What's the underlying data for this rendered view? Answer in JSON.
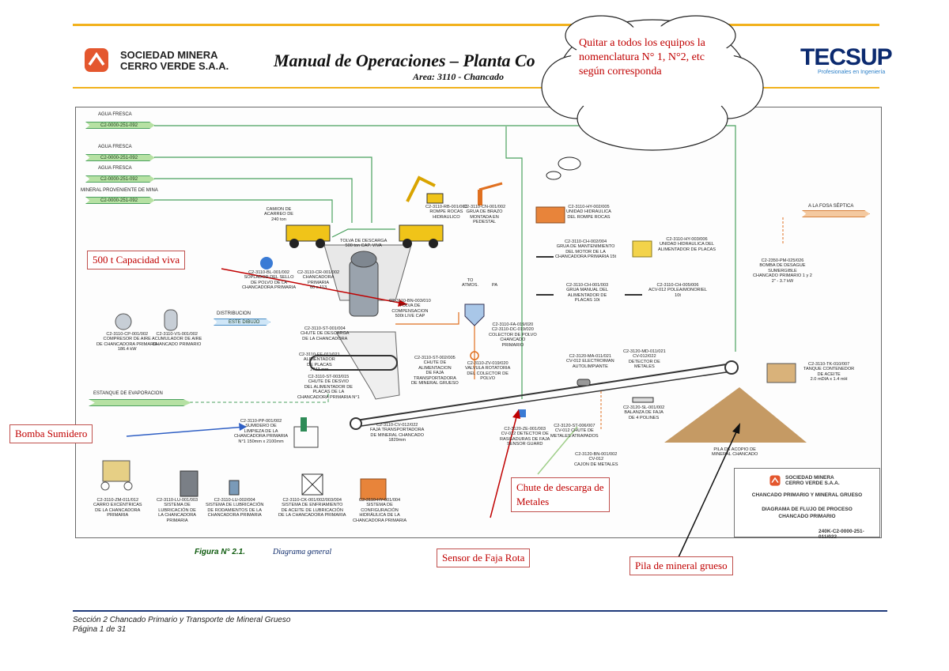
{
  "header": {
    "company_line1": "SOCIEDAD MINERA",
    "company_line2": "CERRO VERDE S.A.A.",
    "title": "Manual de Operaciones  –  Planta Co",
    "area": "Area: 3110 - Chancado",
    "partner_logo": "TECSUP",
    "partner_tagline": "Profesionales en Ingeniería"
  },
  "colors": {
    "accent_rule": "#f2b21d",
    "annotation_red": "#c00000",
    "stream_green": "#b6e1a3",
    "footer_rule": "#1f3a7a"
  },
  "streams": [
    {
      "label": "AGUA FRESCA",
      "tag": "C2-0000-251-092"
    },
    {
      "label": "AGUA FRESCA",
      "tag": "C2-0000-251-092"
    },
    {
      "label": "AGUA FRESCA",
      "tag": "C2-0000-251-092"
    },
    {
      "label": "MINERAL PROVENIENTE DE MINA",
      "tag": "C2-0000-251-092"
    }
  ],
  "flow_labels": {
    "distribucion": "DISTRIBUCION",
    "este_dibujo": "ESTE DIBUJO",
    "estanque": "ESTANQUE DE EVAPORACION",
    "fosa": "A LA FOSA SÉPTICA",
    "atmos": "TO\nATMOS.",
    "pa": "PA"
  },
  "equipment": {
    "camion": "CAMION DE\nACARREO DE\n240 ton",
    "tolva": "TOLVA DE DESCARGA\n500 ton CAP. VIVA",
    "rompe_rocas": "C2-3110-RB-001/002\nROMPE ROCAS\nHIDRAULICO",
    "grua_brazo": "C2-3110-CN-001/002\nGRUA DE BRAZO\nMONTADA EN\nPEDESTAL",
    "unidad_rompe": "C2-3110-HY-002/005\nUNIDAD HIDRAULICA\nDEL ROMPE ROCAS",
    "grua_mant": "C2-3110-CH-002/004\nGRUA DE MANTENIMIENTO\nDEL MOTOR DE LA\nCHANCADORA PRIMARIA 15t",
    "unidad_alim": "C2-3110-HY-003/006\nUNIDAD HIDRAULICA DEL\nALIMENTADOR DE PLACAS",
    "grua_manual": "C2-3110-CH-001/003\nGRUA MANUAL DEL\nALIMENTADOR DE\nPLACAS 10t",
    "polea": "C2-3110-CH-005/006\nACV-012 POLEA/MONORIEL\n10t",
    "bomba_desague": "C2-2350-PM-025/026\nBOMBA DE DESAGUE\nSUMERGIBLE\nCHANCADO PRIMARIO 1 y 2\n2\" - 3.7 kW",
    "soplador": "C2-3110-BL-001/002\nSOPLADOR DEL SELLO\nDE POLVO DE LA\nCHANCADORA PRIMARIA",
    "chancadora": "C2-3110-CR-001/002\nCHANCADORA\nPRIMARIA\n60 x 113",
    "tolva_comp": "C2-3110-BN-003/010\nTOLVA DE\nCOMPENSACION\n500t LIVE CAP",
    "compresor": "C2-3110-CP-001/002\nCOMPRESOR DE AIRE\nDE CHANCADORA PRIMARIA\n186.4 kW",
    "acumulador": "C2-3110-VS-001/002\nACUMULADOR DE AIRE\nCHANCADO PRIMARIO",
    "chute_desc": "C2-3110-ST-001/004\nCHUTE DE DESCARGA\nDE LA CHANCADORA",
    "colector": "C2-3110-FA-019/020\nC2-3110-DC-019/020\nCOLECTOR DE POLVO\nCHANCADO\nPRIMARIO",
    "alimentador": "C2-3110-FE-011/021\nALIMENTADOR\nDE PLACAS\n2743 mm",
    "chute_alim": "C2-3110-ST-002/005\nCHUTE DE\nALIMENTACION\nDE FAJA\nTRANSPORTADORA\nDE MINERAL GRUESO",
    "valvula": "C2-3110-ZV-019/020\nVALVULA ROTATORIA\nDEL COLECTOR DE\nPOLVO",
    "electroiman": "C2-3120-MA-011/021\nCV-012 ELECTROIMAN\nAUTOLIMPIANTE",
    "detector": "C2-3120-MD-011/021\nCV-012/022\nDETECTOR DE\nMETALES",
    "tanque": "C2-3110-TK-010/007\nTANQUE CONTENEDOR\nDE ACEITE\n2.0 mDIA x 1.4 mH",
    "chute_desvio": "C2-3110-ST-003/015\nCHUTE DE DESVIO\nDEL ALIMENTADOR DE\nPLACAS DE LA\nCHANCADORA PRIMARIA N°1",
    "balanza": "C2-3120-SL-001/002\nBALANZA DE FAJA\nDE 4 POLINES",
    "faja": "C2-3110-CV-012/022\nFAJA TRANSPORTADORA\nDE MINERAL CHANCADO\n1829mm",
    "sensor": "C2-3120-ZE-001/003\nCV-012 DETECTOR DE\nRASGADURAS DE FAJA\nSENSOR GUARD",
    "chute_metales": "C2-3120-ST-006/007\nCV-012 CHUTE DE\nMETALES ATRAPADOS",
    "cajon": "C2-3120-BN-001/002\nCV-012\nCAJON DE METALES",
    "sumidero": "C2-3110-PP-001/002\nSUMIDERO DE\nLIMPIEZA DE LA\nCHANCADORA PRIMARIA\nN°1 150mm x 2100mm",
    "pila": "PILA DE ACOPIO DE\nMINERAL CHANCADO",
    "carro": "C2-3110-ZM-011/012\nCARRO EXCÉNTRICAS\nDE LA CHANCADORA\nPRIMARIA",
    "sis_lub": "C2-3110-LU-001/003\nSISTEMA DE\nLUBRICACIÓN DE\nLA CHANCADORA\nPRIMARIA",
    "sis_rod": "C2-3110-LU-002/004\nSISTEMA DE LUBRICACIÓN\nDE RODAMIENTOS DE LA\nCHANCADORA PRIMARIA",
    "sis_enf": "C2-3110-CK-001/002/003/004\nSISTEMA DE ENFRIAMIENTO\nDE ACEITE DE LUBRICACIÓN\nDE LA CHANCADORA PRIMARIA",
    "sis_hid": "C2-3110-HY-001/004\nSISTEMA DE\nCONFIGURACIÓN\nHIDRÁULICA DE LA\nCHANCADORA PRIMARIA"
  },
  "title_block": {
    "company_line1": "SOCIEDAD MINERA",
    "company_line2": "CERRO VERDE S.A.A.",
    "subtitle": "CHANCADO PRIMARIO Y MINERAL GRUESO",
    "diagram_line1": "DIAGRAMA DE FLUJO DE PROCESO",
    "diagram_line2": "CHANCADO PRIMARIO",
    "number": "240K-C2-0000-251-011/022"
  },
  "annotations": {
    "cloud": "Quitar a todos los equipos la nomenclatura N° 1, N°2, etc según corresponda",
    "capacidad": "500 t  Capacidad viva",
    "bomba": "Bomba Sumidero",
    "chute_metales": "Chute de descarga de\nMetales",
    "sensor": "Sensor de Faja Rota",
    "pila": "Pila de mineral grueso"
  },
  "caption": {
    "figure": "Figura N° 2.1.",
    "text": "Diagrama general"
  },
  "footer": {
    "line1": "Sección 2 Chancado Primario y Transporte de Mineral Grueso",
    "line2": "Página 1 de 31"
  }
}
